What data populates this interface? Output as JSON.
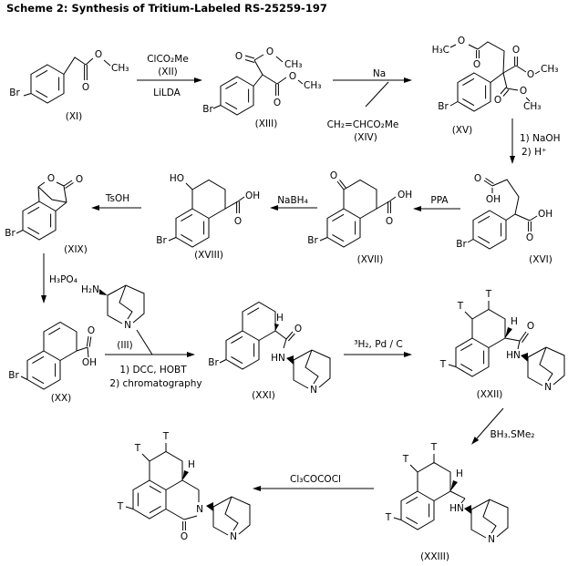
{
  "title": "Scheme 2: Synthesis of Tritium-Labeled RS-25259-197",
  "compound_labels": {
    "iii": "(III)",
    "xi": "(XI)",
    "xii": "(XII)",
    "xiii": "(XIII)",
    "xiv": "(XIV)",
    "xv": "(XV)",
    "xvi": "(XVI)",
    "xvii": "(XVII)",
    "xviii": "(XVIII)",
    "xix": "(XIX)",
    "xx": "(XX)",
    "xxi": "(XXI)",
    "xxii": "(XXII)",
    "xxiii": "(XXIII)"
  },
  "reagents": {
    "step1_reagent": "ClCO₂Me",
    "step1_conditions": "LiLDA",
    "step2_above": "Na",
    "step2_reagent": "CH₂=CHCO₂Me",
    "step3_line1": "1) NaOH",
    "step3_line2": "2) H⁺",
    "step4": "PPA",
    "step5": "NaBH₄",
    "step6": "TsOH",
    "step7": "H₃PO₄",
    "step8_line1": "1) DCC, HOBT",
    "step8_line2": "2) chromatography",
    "step9": "³H₂, Pd / C",
    "step10": "BH₃.SMe₂",
    "step11": "Cl₃COCOCl"
  },
  "atoms": {
    "br": "Br",
    "o": "O",
    "oh": "OH",
    "ho": "HO",
    "ch3": "CH₃",
    "h3c": "H₃C",
    "h2n": "H₂N",
    "hn": "HN",
    "n": "N",
    "h": "H",
    "t": "T"
  }
}
